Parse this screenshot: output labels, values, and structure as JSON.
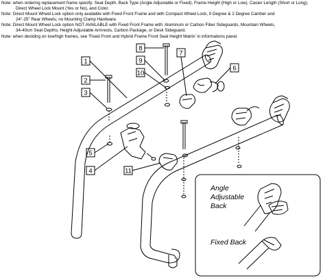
{
  "notes": [
    {
      "text": "Note: when ordering replacement frame specify: Seat Depth, Back Type (Angle Adjustable or Fixed), Frame Height (High or Low), Caster Length (Short or Long),",
      "indent": false
    },
    {
      "text": "Direct Wheel Lock Mount (Yes or No), and Color.",
      "indent": true
    },
    {
      "text": "Note: Direct Mount Wheel Lock option only available with Fixed Front Frame and with Compact Wheel Lock, 0 Degree & 2 Degree Camber and",
      "indent": false
    },
    {
      "text": "24\"-25\" Rear Wheels; no Mounting Clamp Hardware.",
      "indent": true
    },
    {
      "text": "Note: Direct Mount Wheel Lock option NOT AVAILABLE with Fixed Front Frame with: Aluminum or Carbon Fiber Sideguards, Mountain Wheels,",
      "indent": false
    },
    {
      "text": "34-40cm Seat Depths, Height Adjustable Armrests, Carbon Package, or Desk Sideguard.",
      "indent": true
    },
    {
      "text": "Note: when deciding on low/high frames, see 'Fixed Front and Hybrid Frame Front Seat Height Matrix' in informations panel.",
      "indent": false
    }
  ],
  "callouts": {
    "c1": "1",
    "c2": "2",
    "c3": "3",
    "c4": "4",
    "c5": "5",
    "c6": "6",
    "c7": "7",
    "c8": "8",
    "c9": "9",
    "c10": "10",
    "c11": "11"
  },
  "inset": {
    "angle_line1": "Angle",
    "angle_line2": "Adjustable",
    "angle_line3": "Back",
    "fixed_back": "Fixed Back"
  }
}
